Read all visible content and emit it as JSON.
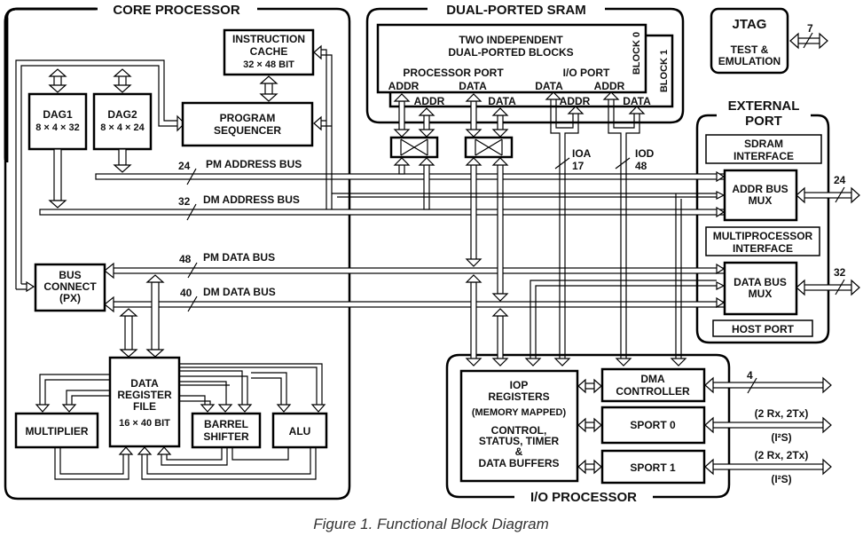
{
  "diagram": {
    "caption": "Figure 1.  Functional Block Diagram",
    "sections": {
      "core_processor": "CORE PROCESSOR",
      "dual_ported_sram": "DUAL-PORTED SRAM",
      "external_port_line1": "EXTERNAL",
      "external_port_line2": "PORT",
      "io_processor": "I/O PROCESSOR"
    },
    "blocks": {
      "instruction_cache": [
        "INSTRUCTION",
        "CACHE",
        "32 × 48 BIT"
      ],
      "dag1": [
        "DAG1",
        "8 × 4 × 32"
      ],
      "dag2": [
        "DAG2",
        "8 × 4 × 24"
      ],
      "program_sequencer": [
        "PROGRAM",
        "SEQUENCER"
      ],
      "bus_connect": [
        "BUS",
        "CONNECT",
        "(PX)"
      ],
      "data_register_file": [
        "DATA",
        "REGISTER",
        "FILE",
        "16 × 40 BIT"
      ],
      "multiplier": [
        "MULTIPLIER"
      ],
      "barrel_shifter": [
        "BARREL",
        "SHIFTER"
      ],
      "alu": [
        "ALU"
      ],
      "sram_blocks": [
        "TWO  INDEPENDENT",
        "DUAL-PORTED BLOCKS"
      ],
      "block0": "BLOCK 0",
      "block1": "BLOCK 1",
      "processor_port": "PROCESSOR PORT",
      "io_port": "I/O PORT",
      "jtag": [
        "JTAG",
        "TEST &",
        "EMULATION"
      ],
      "sdram_interface": [
        "SDRAM",
        "INTERFACE"
      ],
      "addr_bus_mux": [
        "ADDR BUS",
        "MUX"
      ],
      "multiprocessor_interface": [
        "MULTIPROCESSOR",
        "INTERFACE"
      ],
      "data_bus_mux": [
        "DATA BUS",
        "MUX"
      ],
      "host_port": [
        "HOST PORT"
      ],
      "iop_registers": [
        "IOP",
        "REGISTERS",
        "(MEMORY MAPPED)",
        "CONTROL,",
        "STATUS, TIMER",
        "&",
        "DATA BUFFERS"
      ],
      "dma_controller": [
        "DMA",
        "CONTROLLER"
      ],
      "sport0": [
        "SPORT 0"
      ],
      "sport1": [
        "SPORT 1"
      ]
    },
    "port_labels": {
      "b0_addr": "ADDR",
      "b0_data": "DATA",
      "b0_io_data": "DATA",
      "b0_io_addr": "ADDR",
      "b1_addr": "ADDR",
      "b1_data": "DATA",
      "b1_io_addr": "ADDR",
      "b1_io_data": "DATA"
    },
    "buses": {
      "pm_address": {
        "label": "PM ADDRESS BUS",
        "width": "24"
      },
      "dm_address": {
        "label": "DM ADDRESS BUS",
        "width": "32"
      },
      "pm_data": {
        "label": "PM DATA BUS",
        "width": "48"
      },
      "dm_data": {
        "label": "DM DATA BUS",
        "width": "40"
      },
      "ioa": {
        "label": "IOA",
        "width": "17"
      },
      "iod": {
        "label": "IOD",
        "width": "48"
      },
      "jtag_width": "7",
      "ext_addr_width": "24",
      "ext_data_width": "32",
      "dma_width": "4",
      "sport0_top": "(2 Rx, 2Tx)",
      "sport0_bottom": "(I²S)",
      "sport1_top": "(2 Rx, 2Tx)",
      "sport1_bottom": "(I²S)"
    }
  }
}
